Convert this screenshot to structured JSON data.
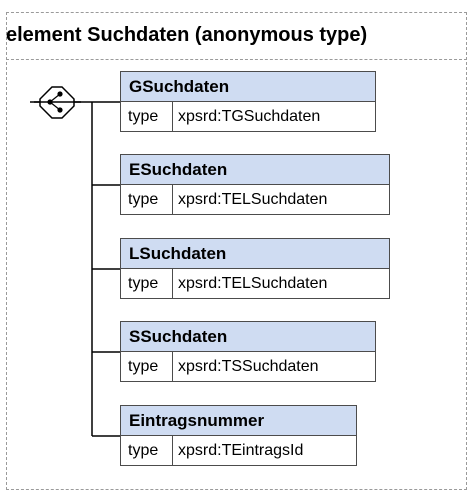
{
  "title": "element Suchdaten (anonymous type)",
  "compositor": {
    "kind": "sequence",
    "icon": "sequence-compositor-icon"
  },
  "type_label": "type",
  "elements": [
    {
      "name": "GSuchdaten",
      "type": "xpsrd:TGSuchdaten"
    },
    {
      "name": "ESuchdaten",
      "type": "xpsrd:TELSuchdaten"
    },
    {
      "name": "LSuchdaten",
      "type": "xpsrd:TELSuchdaten"
    },
    {
      "name": "SSuchdaten",
      "type": "xpsrd:TSSuchdaten"
    },
    {
      "name": "Eintragsnummer",
      "type": "xpsrd:TEintragsId"
    }
  ],
  "colors": {
    "element_header": "#cfdcf2",
    "border": "#4c4c4c",
    "frame": "#9a9a9a"
  }
}
